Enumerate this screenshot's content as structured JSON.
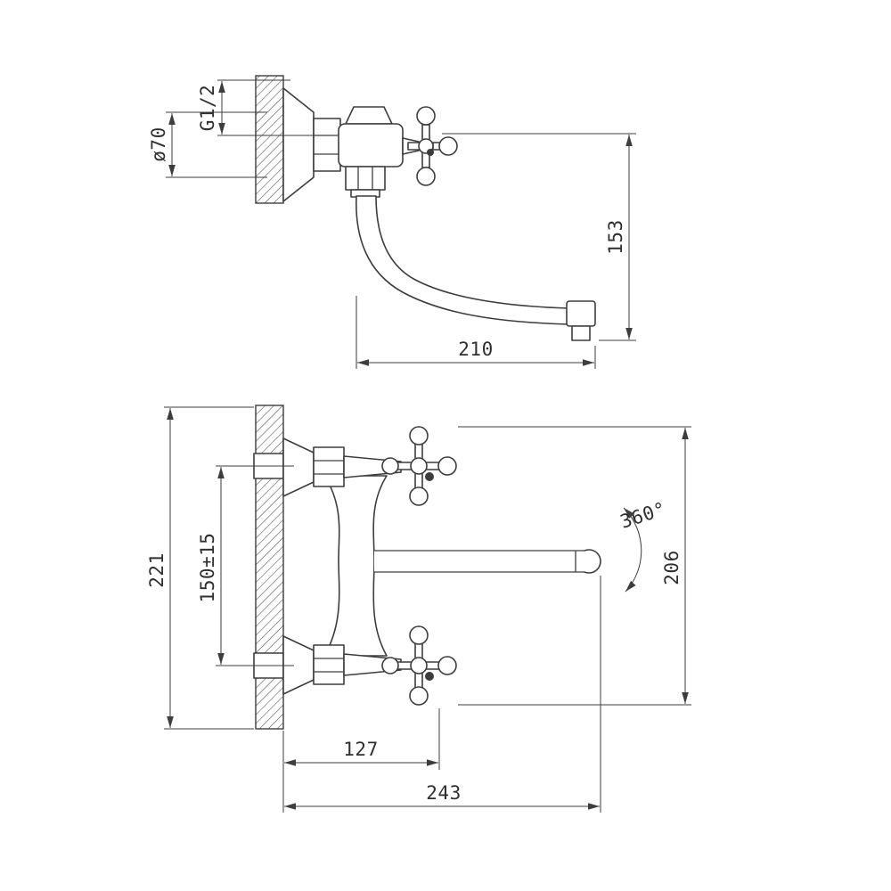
{
  "meta": {
    "background": "#ffffff",
    "line_color": "#3d3d3d",
    "drawing_type": "faucet-technical-dimension-drawing"
  },
  "top_view": {
    "thread": "G1/2",
    "escutcheon_diameter": "ø70",
    "spout_height": "153",
    "spout_reach": "210"
  },
  "front_view": {
    "plate_height": "221",
    "inlet_spacing": "150±15",
    "swivel_angle": "360°",
    "body_height": "206",
    "handle_depth": "127",
    "overall_depth": "243"
  }
}
